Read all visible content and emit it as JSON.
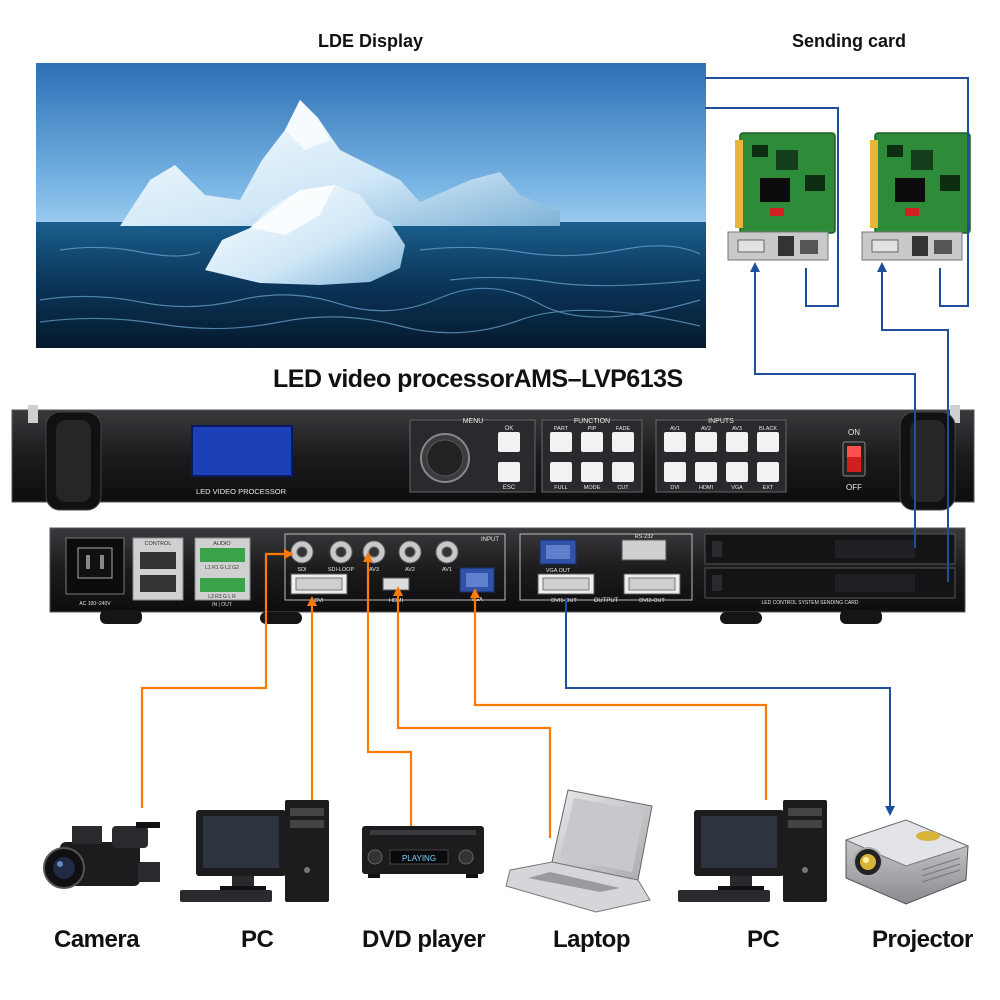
{
  "labels": {
    "display": "LDE  Display",
    "sending_card": "Sending card",
    "processor_title": "LED video processorAMS–LVP613S"
  },
  "front_panel": {
    "lcd_caption": "LED VIDEO PROCESSOR",
    "menu": "MENU",
    "function": "FUNCTION",
    "inputs": "INPUTS",
    "ok": "OK",
    "esc": "ESC",
    "function_keys": [
      "PART",
      "PIP",
      "FADE",
      "FULL",
      "MODE",
      "CUT"
    ],
    "input_keys": [
      "AV1",
      "AV2",
      "AV3",
      "BLACK",
      "DVI",
      "HDMI",
      "VGA",
      "EXT"
    ],
    "on": "ON",
    "off": "OFF"
  },
  "rear_panel": {
    "control": "CONTROL",
    "audio": "AUDIO",
    "audio_top": "L1 R1 G L2 G2",
    "audio_bottom": "L3 R3 G  L  R",
    "audio_in_out": "IN  |  OUT",
    "power": "AC 100~240V",
    "input": "INPUT",
    "sdi": "SDI",
    "sdi_loop": "SDI-LOOP",
    "av3": "AV3",
    "av2": "AV2",
    "av1": "AV1",
    "dvi": "DVI",
    "hdmi": "HDMI",
    "vga": "VGA",
    "vga_out": "VGA OUT",
    "rs232": "RS-232",
    "dvi1_out": "DVI1-OUT",
    "output": "OUTPUT",
    "dvi2_out": "DVI2-OUT",
    "sending_slot": "LED CONTROL SYSTEM SENDING CARD"
  },
  "dvd_display": "PLAYING",
  "devices": [
    "Camera",
    "PC",
    "DVD player",
    "Laptop",
    "PC",
    "Projector"
  ],
  "colors": {
    "input_cable": "#ff7a00",
    "output_cable": "#1f4e9c",
    "device_chassis": "#1c1c1e",
    "lcd": "#1d3fb8",
    "pcb": "#2e8b3a"
  }
}
